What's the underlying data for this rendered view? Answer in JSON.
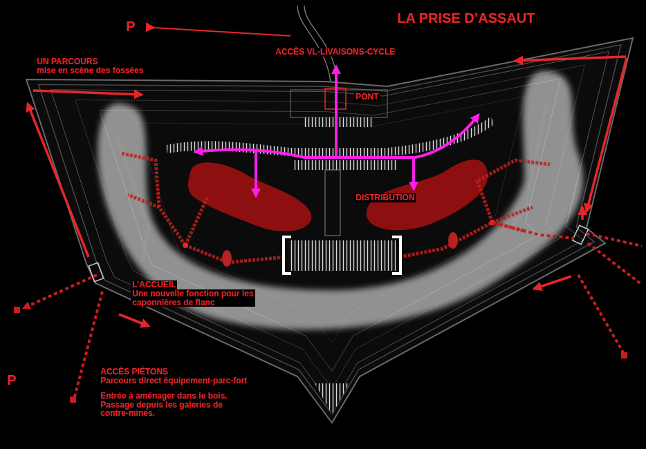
{
  "diagram": {
    "title": "LA PRISE D’ASSAUT",
    "labels": [
      "P",
      "UN PARCOURS",
      "mise en scène des fossées",
      "ACCÈS VL-LIVAISONS-CYCLE",
      "PONT",
      "DISTRIBUTION",
      "L’ACCUEIL",
      "Une nouvelle fonction pour les caponnières de flanc",
      "P",
      "ACCÈS PIÉTONS",
      "Parcours direct équipement-parc-fort",
      "Entrée à aménager dans le bois. Passage depuis les galeries de contre-mines."
    ]
  }
}
